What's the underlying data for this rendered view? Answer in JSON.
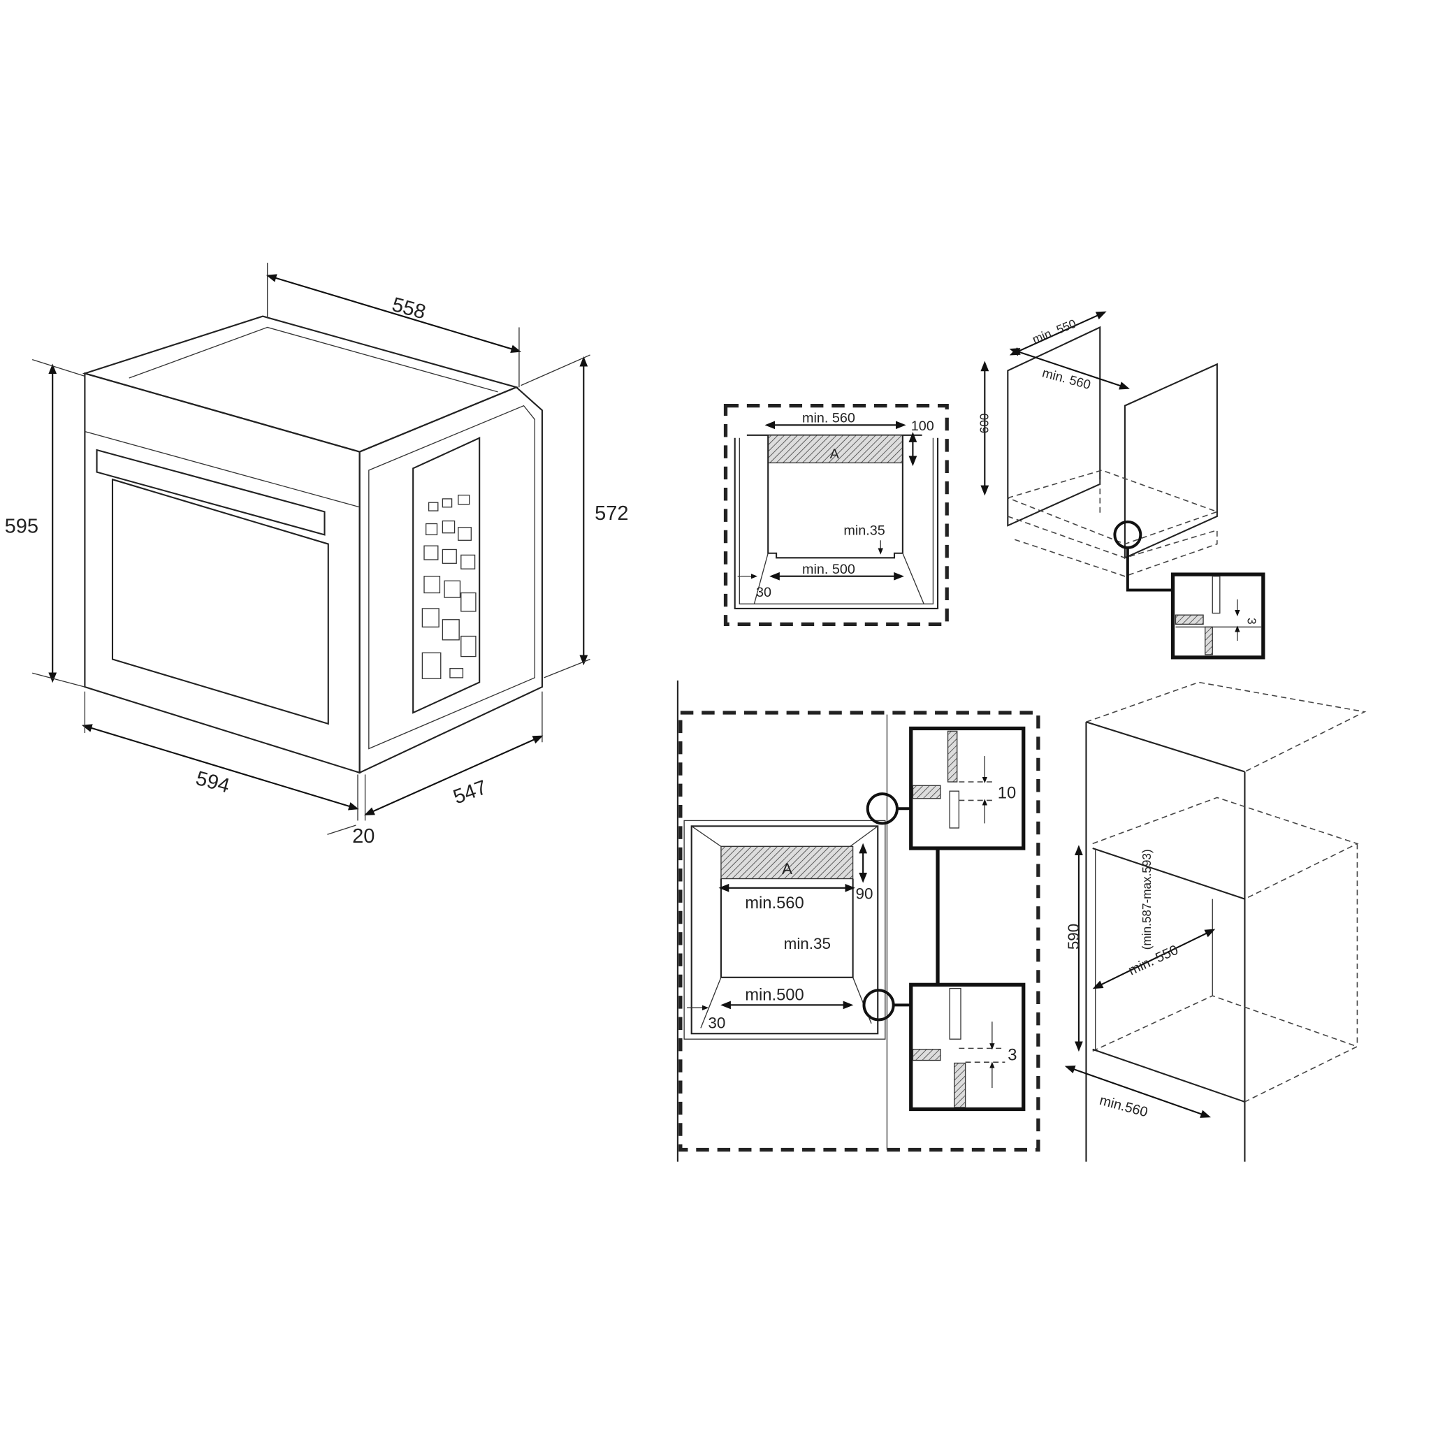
{
  "oven": {
    "width_top": "558",
    "height_front": "595",
    "height_side": "572",
    "width_front": "594",
    "depth": "547",
    "door": "20"
  },
  "undercounter": {
    "top_width": "min. 560",
    "top_gap": "100",
    "zone": "A",
    "bottom_gap": "min.35",
    "bottom_width": "min. 500",
    "side": "30"
  },
  "cabinet_base": {
    "depth": "min. 550",
    "width": "min. 560",
    "height": "600",
    "detail_gap": "3"
  },
  "tall_unit": {
    "zone": "A",
    "top_gap": "90",
    "top_width": "min.560",
    "bottom_gap": "min.35",
    "bottom_width": "min.500",
    "side": "30",
    "detail_top_gap": "10",
    "detail_bottom_gap": "3"
  },
  "tall_cabinet": {
    "height": "590",
    "height_range": "(min.587-max.593)",
    "depth": "min. 550",
    "width": "min.560"
  }
}
